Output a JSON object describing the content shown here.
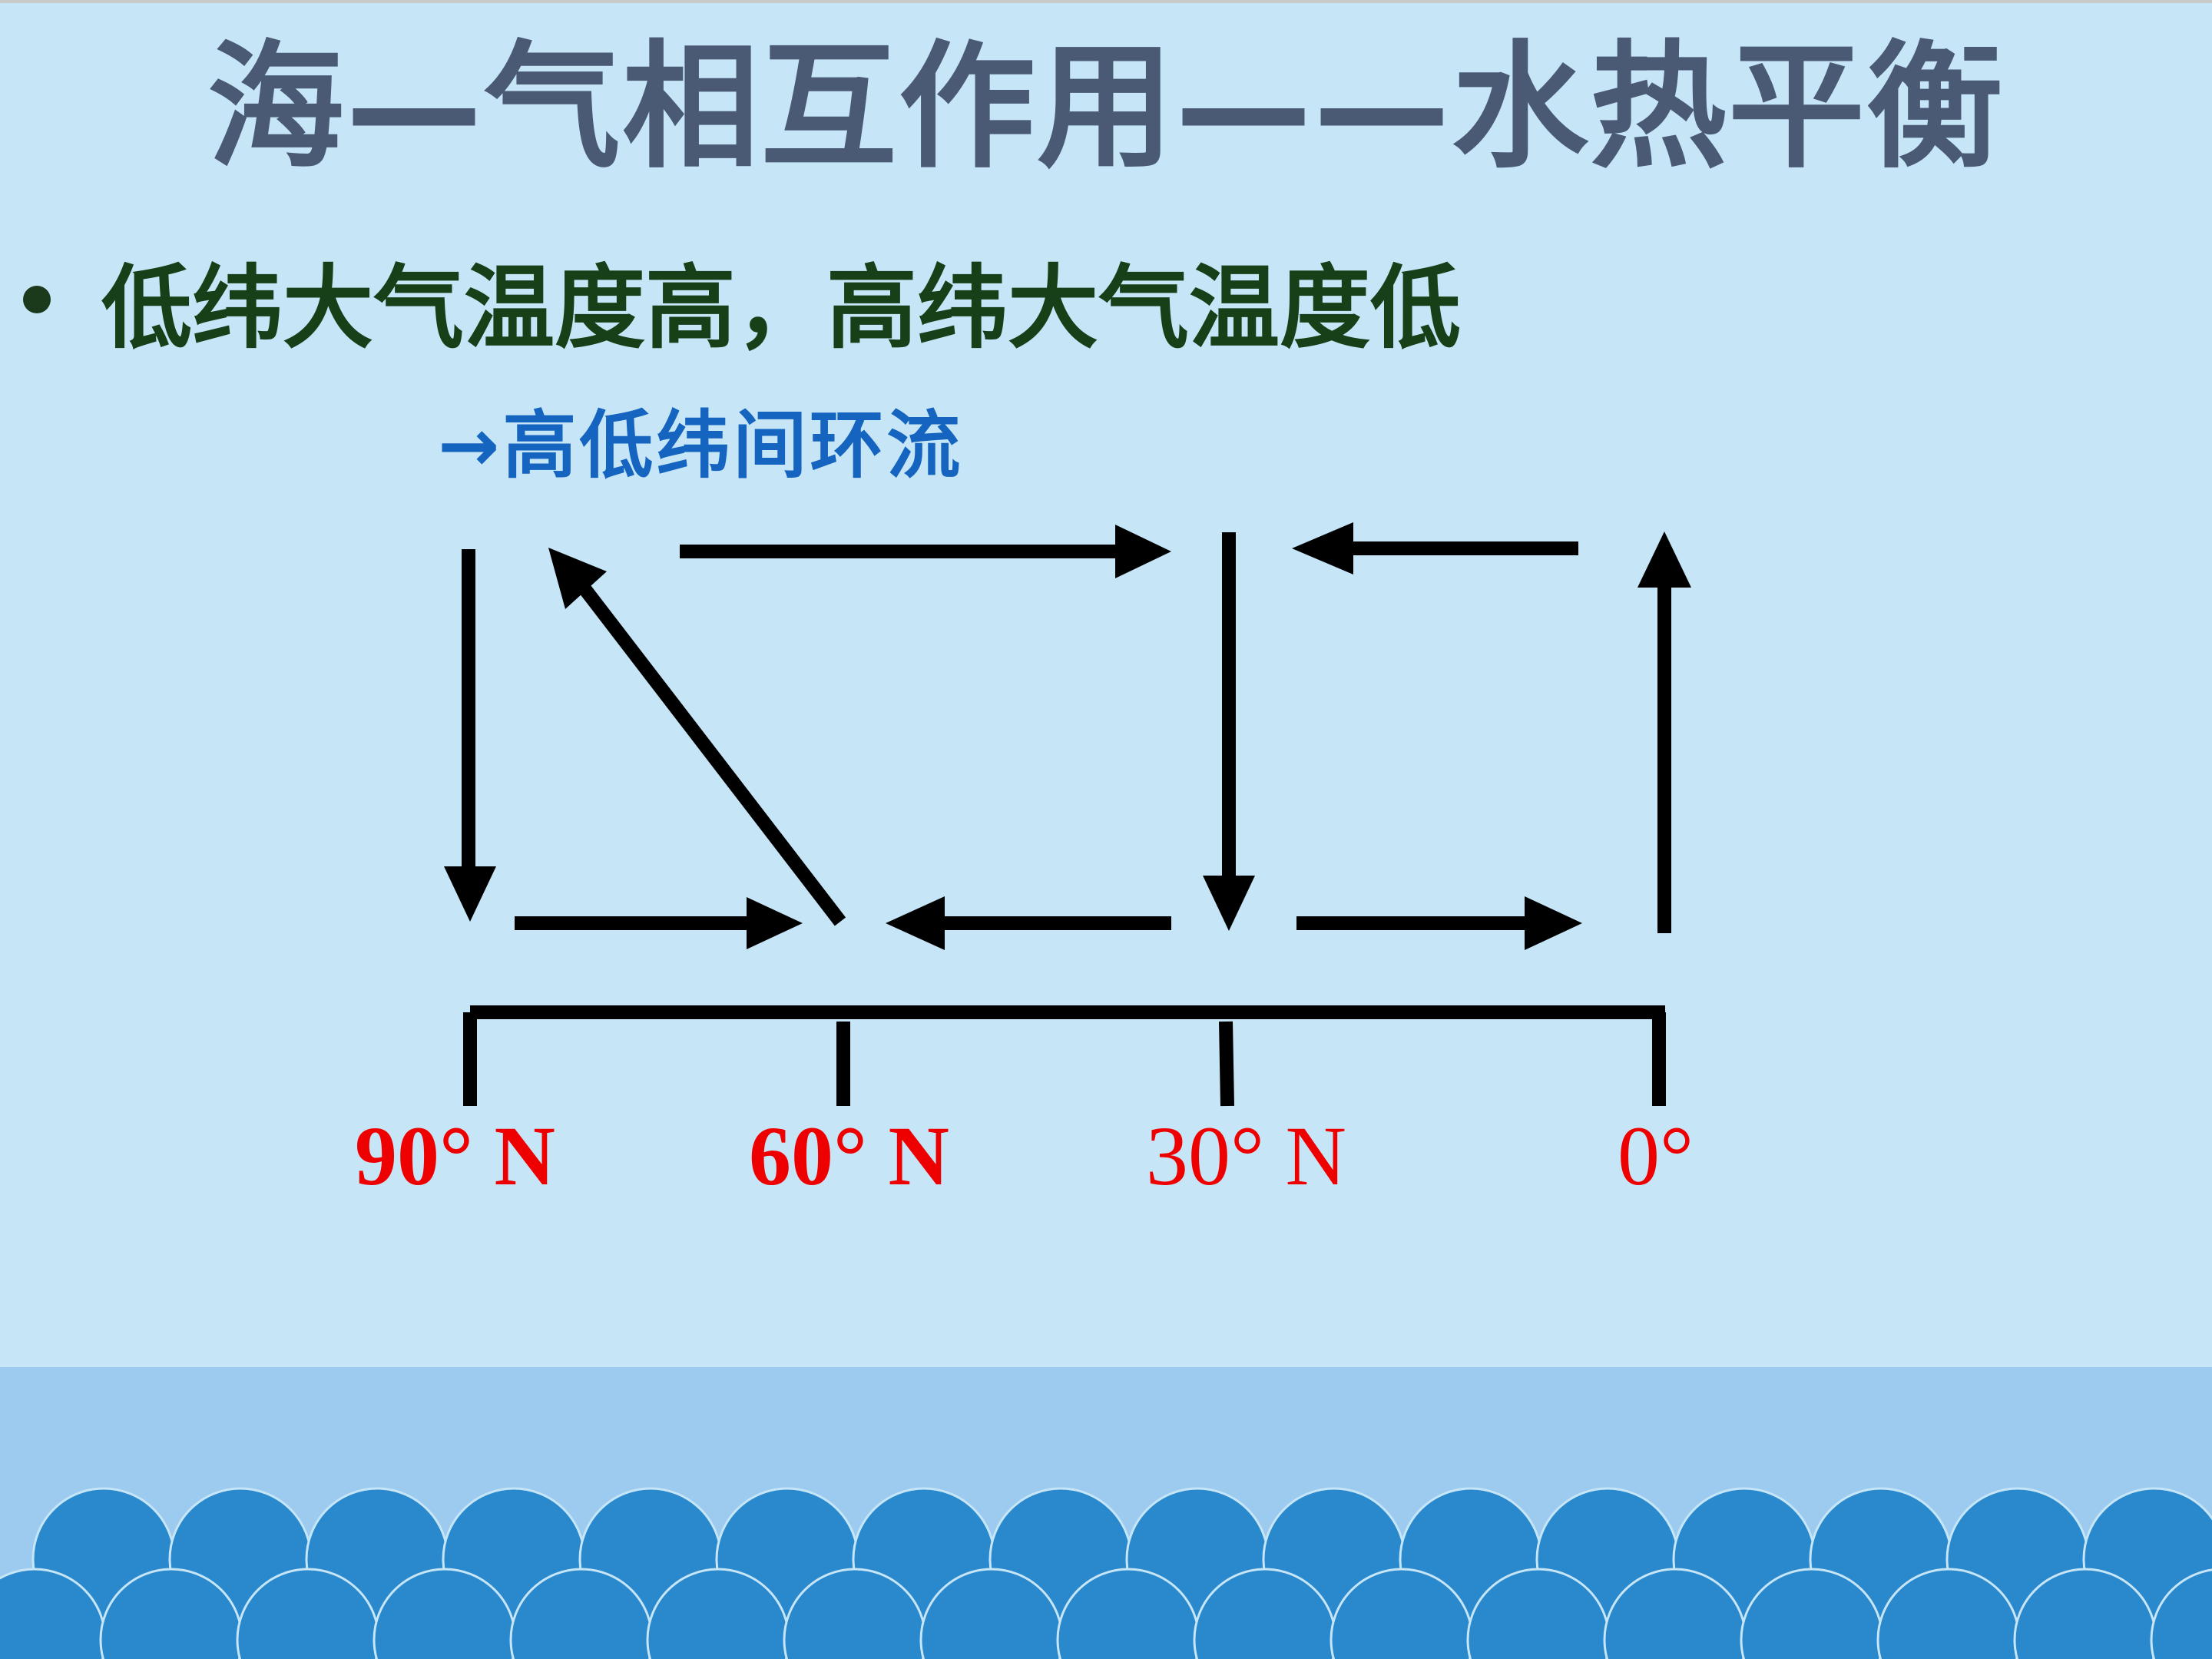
{
  "title": "海—气相互作用——水热平衡",
  "bullet": "低纬大气温度高，高纬大气温度低",
  "subtitle": "→高低纬间环流",
  "latitudes": [
    "90° N",
    "60° N",
    "30° N",
    "0°"
  ],
  "colors": {
    "background": "#c6e6f8",
    "title": "#4a5a75",
    "bullet": "#173f18",
    "subtitle": "#1565c0",
    "latitude_labels": "#ee0000",
    "arrows": "#000000",
    "sea_band": "#9ccbef",
    "waves": "#2a88cc"
  }
}
